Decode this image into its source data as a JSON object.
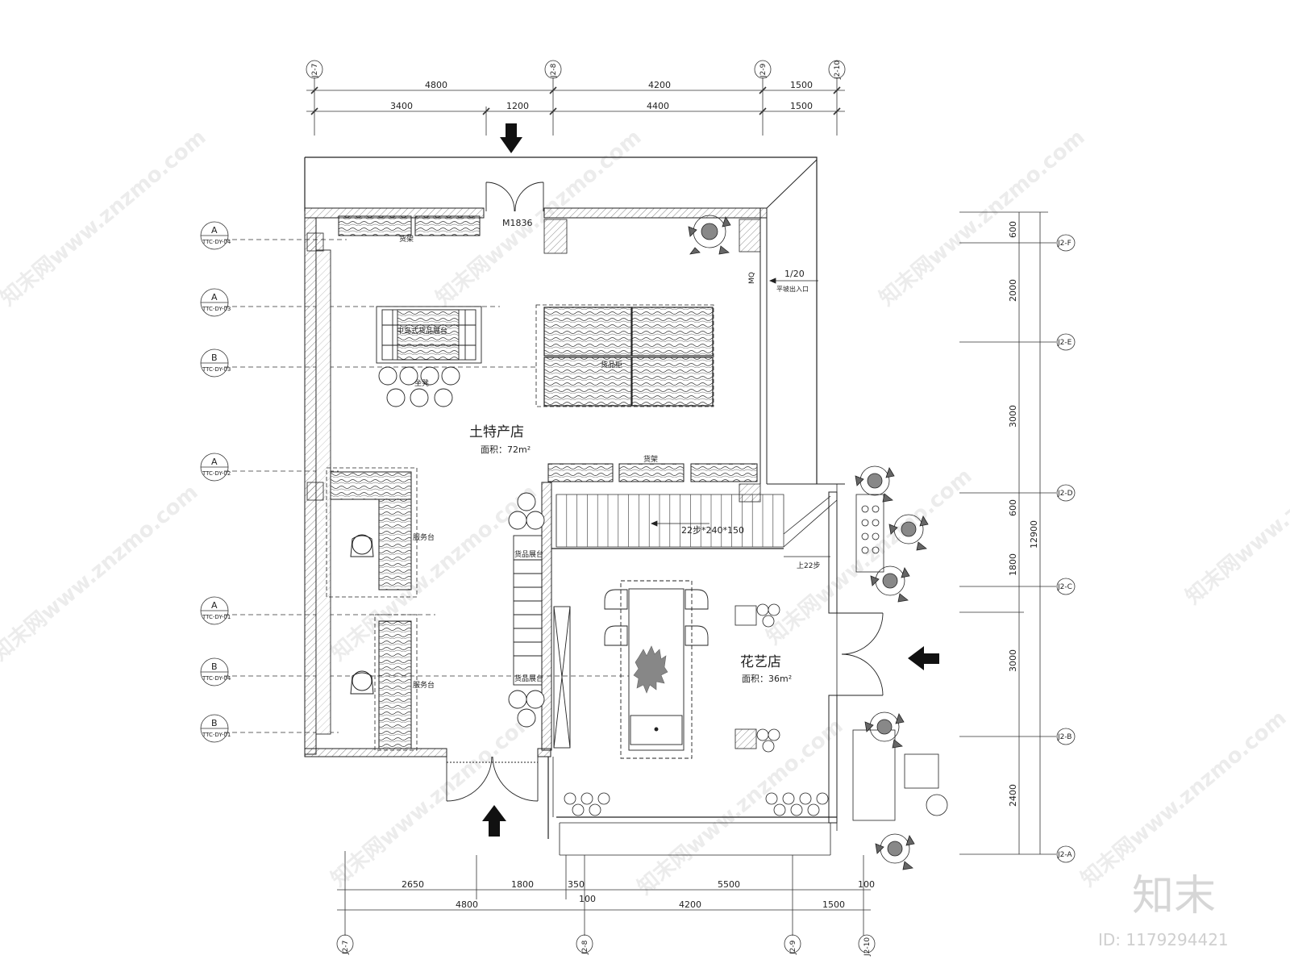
{
  "grid_top": [
    "J2-7",
    "J2-8",
    "J2-9",
    "J2-10"
  ],
  "grid_right": [
    "J2-F",
    "J2-E",
    "J2-D",
    "J2-C",
    "J2-B",
    "J2-A"
  ],
  "dims_top_row1": [
    "4800",
    "4200",
    "1500"
  ],
  "dims_top_row2": [
    "3400",
    "1200",
    "4400",
    "1500"
  ],
  "dims_right": [
    "600",
    "2000",
    "3000",
    "600",
    "1800",
    "3000",
    "2400"
  ],
  "dims_right_total": "12900",
  "dims_bottom_row1": [
    "2650",
    "1800",
    "350",
    "5500",
    "100"
  ],
  "dims_bottom_row2": [
    "4800",
    "100",
    "4200",
    "1500"
  ],
  "section_marks": [
    {
      "letter": "A",
      "code": "TTC-DY-04"
    },
    {
      "letter": "A",
      "code": "TTC-DY-03"
    },
    {
      "letter": "B",
      "code": "TTC-DY-03"
    },
    {
      "letter": "A",
      "code": "TTC-DY-02"
    },
    {
      "letter": "A",
      "code": "TTC-DY-01"
    },
    {
      "letter": "B",
      "code": "TTC-DY-04"
    },
    {
      "letter": "B",
      "code": "TTC-DY-01"
    }
  ],
  "door_label": "M1836",
  "rooms": {
    "specialty": {
      "name": "土特产店",
      "area": "面积：72m²"
    },
    "flower": {
      "name": "花艺店",
      "area": "面积：36m²"
    }
  },
  "labels": {
    "shelf_top": "货架",
    "display_table": "中岛式货品展台",
    "display_cabinet": "货品柜",
    "seats": "坐凳",
    "shelf_mid": "货架",
    "service_desk_1": "服务台",
    "service_desk_2": "服务台",
    "display_stand_1": "货品展台",
    "display_stand_2": "货品展台",
    "stairs": "22步*240*150",
    "stairs_up": "上22步",
    "slope": "1/20",
    "slope_label": "平坡出入口",
    "mq": "MQ"
  },
  "watermarks": [
    "知末网www.znzmo.com"
  ],
  "brand_logo": "知末",
  "image_id": "ID: 1179294421"
}
